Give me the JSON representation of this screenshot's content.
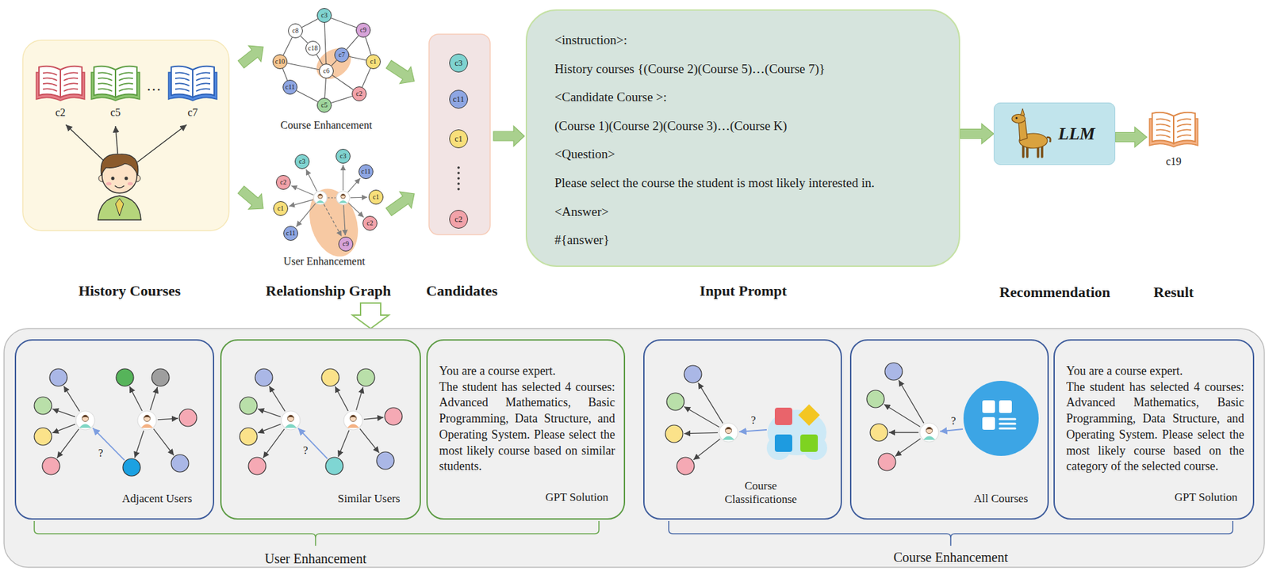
{
  "diagram": {
    "nodes": [
      {
        "text": [
          "c2"
        ]
      },
      {
        "text": [
          "c5"
        ]
      },
      {
        "text": [
          "c7"
        ]
      },
      {
        "text": [
          "c3"
        ]
      },
      {
        "text": [
          "c8"
        ]
      },
      {
        "text": [
          "c9"
        ]
      },
      {
        "text": [
          "c18"
        ]
      },
      {
        "text": [
          "c7"
        ]
      },
      {
        "text": [
          "c10"
        ]
      },
      {
        "text": [
          "c6"
        ]
      },
      {
        "text": [
          "c1"
        ]
      },
      {
        "text": [
          "c11"
        ]
      },
      {
        "text": [
          "c2"
        ]
      },
      {
        "text": [
          "c5"
        ]
      },
      {
        "text": [
          "c3"
        ]
      },
      {
        "text": [
          "c3"
        ]
      },
      {
        "text": [
          "c11"
        ]
      },
      {
        "text": [
          "c2"
        ]
      },
      {
        "text": [
          "c1"
        ]
      },
      {
        "text": [
          "c1"
        ]
      },
      {
        "text": [
          "c2"
        ]
      },
      {
        "text": [
          "c11"
        ]
      },
      {
        "text": [
          "c9"
        ]
      },
      {
        "text": [
          "c3"
        ]
      },
      {
        "text": [
          "c11"
        ]
      },
      {
        "text": [
          "c1"
        ]
      },
      {
        "text": [
          "c2"
        ]
      },
      {
        "text": [
          "<instruction>:",
          "History courses {(Course 2)(Course 5)…(Course 7)}",
          "<Candidate Course >:",
          "(Course 1)(Course 2)(Course 3)…(Course K)",
          "<Question>",
          "Please select the course the student is most likely interested in.",
          "<Answer>",
          "#{answer}"
        ]
      },
      {
        "text": [
          "LLM"
        ]
      },
      {
        "text": [
          "c19"
        ]
      },
      {
        "text": [
          "Adjacent Users"
        ]
      },
      {
        "text": [
          "Similar Users"
        ]
      },
      {
        "text": [
          "You are a course expert.",
          "The student has selected 4 courses: Advanced Mathematics, Basic Programming, Data Structure, and Operating System. Please select the most likely course based on similar students.",
          "GPT Solution"
        ]
      },
      {
        "text": [
          "Course Classificationse"
        ]
      },
      {
        "text": [
          "All Courses"
        ]
      },
      {
        "text": [
          "You are a course expert.",
          "The student has selected 4 courses: Advanced Mathematics, Basic Programming, Data Structure, and Operating System. Please select the most likely course based on the category of the selected course.",
          "GPT Solution"
        ]
      }
    ],
    "edges": [
      {
        "from": 3,
        "to": 5,
        "arrow": "none"
      },
      {
        "from": 5,
        "to": 10,
        "arrow": "none"
      },
      {
        "from": 10,
        "to": 12,
        "arrow": "none"
      },
      {
        "from": 12,
        "to": 13,
        "arrow": "none"
      },
      {
        "from": 13,
        "to": 11,
        "arrow": "none"
      },
      {
        "from": 11,
        "to": 8,
        "arrow": "none"
      },
      {
        "from": 8,
        "to": 4,
        "arrow": "none"
      },
      {
        "from": 4,
        "to": 3,
        "arrow": "none"
      },
      {
        "from": 3,
        "to": 9,
        "arrow": "none"
      },
      {
        "from": 4,
        "to": 6,
        "arrow": "none"
      },
      {
        "from": 6,
        "to": 9,
        "arrow": "none"
      },
      {
        "from": 5,
        "to": 7,
        "arrow": "none"
      },
      {
        "from": 7,
        "to": 9,
        "arrow": "none"
      },
      {
        "from": 8,
        "to": 9,
        "arrow": "none"
      },
      {
        "from": 9,
        "to": 12,
        "arrow": "none"
      },
      {
        "from": 9,
        "to": 13,
        "arrow": "none"
      },
      {
        "from": 7,
        "to": 10,
        "arrow": "none"
      },
      {
        "from": 27,
        "to": 28,
        "arrow": "to"
      },
      {
        "from": 28,
        "to": 29,
        "arrow": "to"
      }
    ],
    "labels": [
      "…",
      "Course Enhancement",
      "User Enhancement",
      "History Courses",
      "Relationship Graph",
      "Candidates",
      "Input Prompt",
      "Recommendation",
      "Result",
      "?",
      "?",
      "?",
      "?",
      "User Enhancement",
      "Course Enhancement"
    ]
  }
}
